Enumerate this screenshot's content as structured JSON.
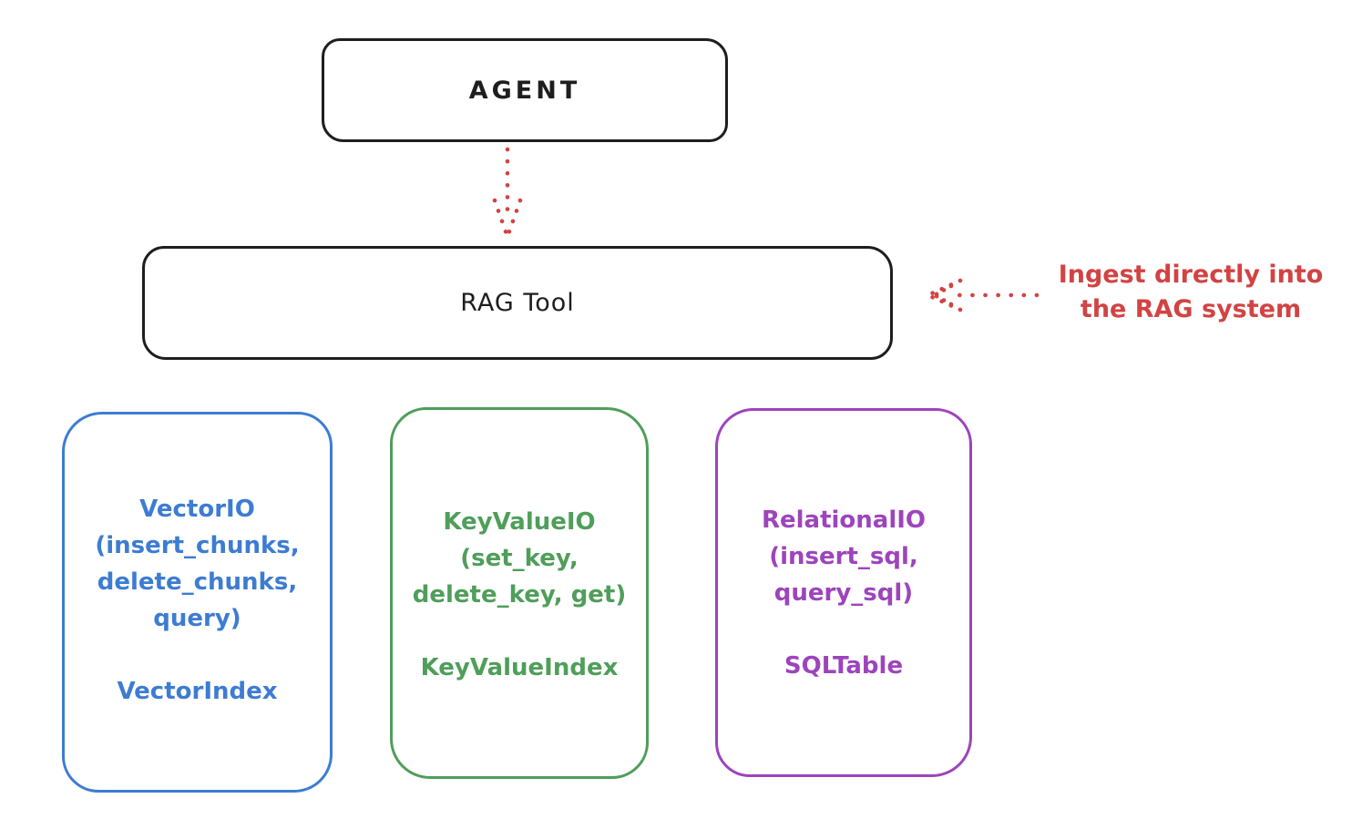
{
  "colors": {
    "ink": "#1e1e1e",
    "red": "#d24343",
    "blue": "#3d7cd2",
    "green": "#4f9e5a",
    "purple": "#9d44bc",
    "background": "#ffffff"
  },
  "nodes": {
    "agent": {
      "label": "AGENT"
    },
    "rag_tool": {
      "label": "RAG Tool"
    },
    "vector_io": {
      "title": "VectorIO\n(insert_chunks,\ndelete_chunks,\nquery)",
      "subtitle": "VectorIndex"
    },
    "key_value_io": {
      "title": "KeyValueIO\n(set_key,\ndelete_key, get)",
      "subtitle": "KeyValueIndex"
    },
    "relational_io": {
      "title": "RelationalIO\n(insert_sql,\nquery_sql)",
      "subtitle": "SQLTable"
    }
  },
  "annotation": {
    "text": "Ingest directly into\nthe RAG system"
  },
  "arrows": {
    "agent_to_rag": "dotted-down-arrow",
    "ingest_into_rag": "dotted-left-arrow"
  }
}
